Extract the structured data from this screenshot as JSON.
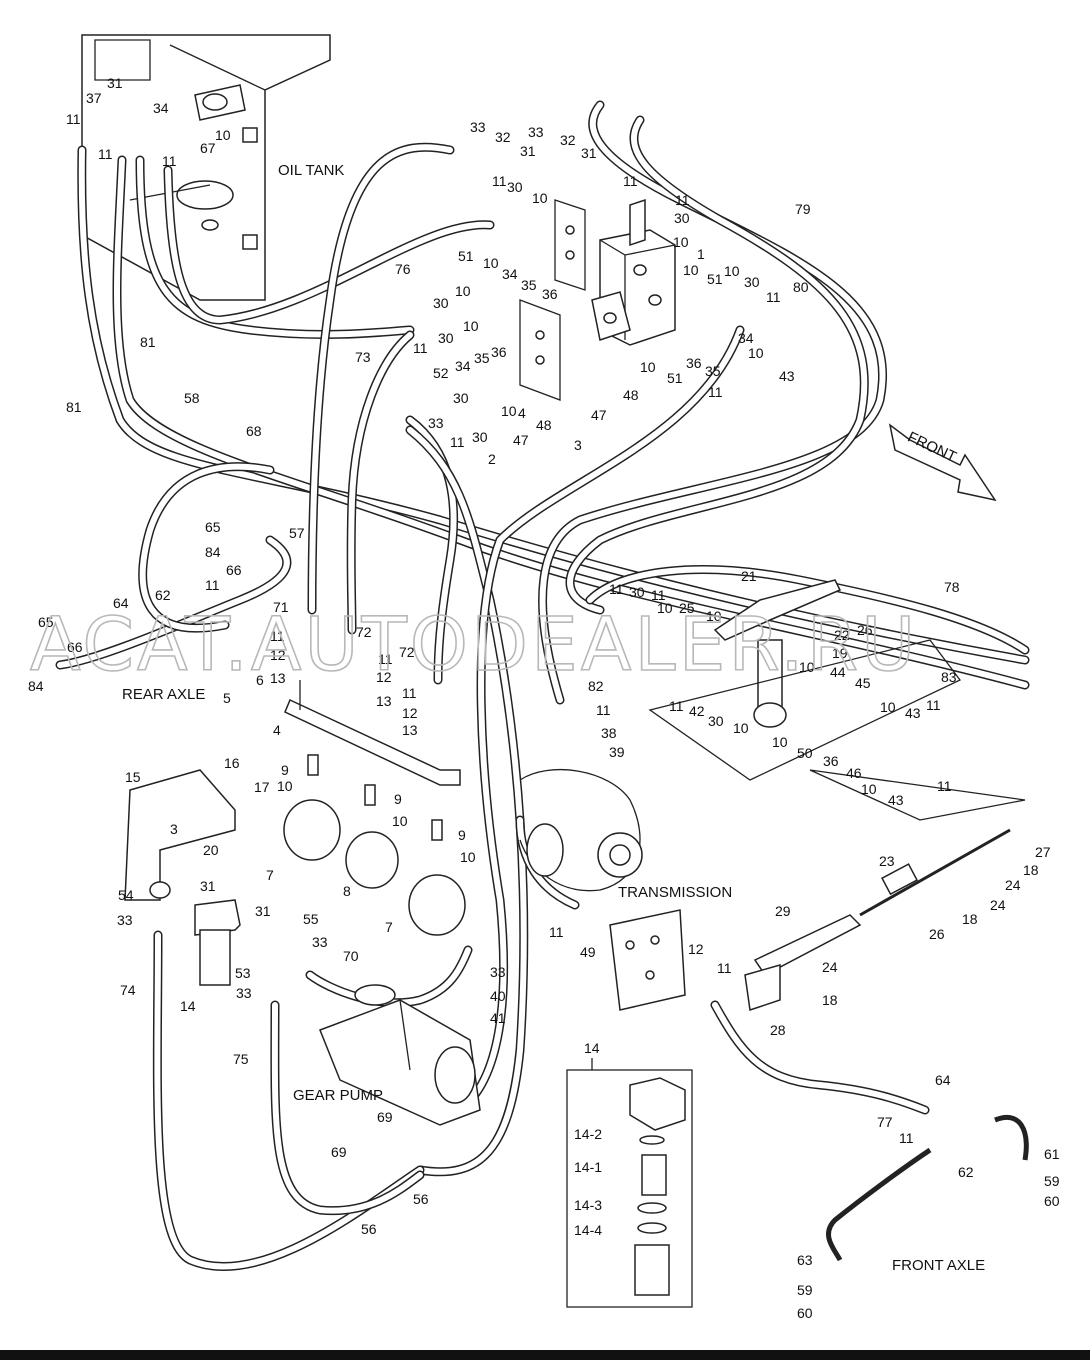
{
  "labels": {
    "oil_tank": "OIL TANK",
    "rear_axle": "REAR AXLE",
    "transmission": "TRANSMISSION",
    "gear_pump": "GEAR PUMP",
    "front_axle": "FRONT AXLE",
    "front": "FRONT"
  },
  "watermark": "ACAT.AUTODEALER.RU",
  "callouts": {
    "c1": "1",
    "c2": "2",
    "c3": "3",
    "c4": "4",
    "c5": "5",
    "c6": "6",
    "c7": "7",
    "c8": "8",
    "c9": "9",
    "c10": "10",
    "c11": "11",
    "c12": "12",
    "c13": "13",
    "c14": "14",
    "c15": "15",
    "c16": "16",
    "c17": "17",
    "c18": "18",
    "c19": "19",
    "c20": "20",
    "c21": "21",
    "c22": "22",
    "c23": "23",
    "c24": "24",
    "c25": "25",
    "c26": "26",
    "c27": "27",
    "c28": "28",
    "c29": "29",
    "c30": "30",
    "c31": "31",
    "c32": "32",
    "c33": "33",
    "c34": "34",
    "c35": "35",
    "c36": "36",
    "c37": "37",
    "c38": "38",
    "c39": "39",
    "c40": "40",
    "c41": "41",
    "c42": "42",
    "c43": "43",
    "c44": "44",
    "c45": "45",
    "c46": "46",
    "c47": "47",
    "c48": "48",
    "c49": "49",
    "c50": "50",
    "c51": "51",
    "c52": "52",
    "c53": "53",
    "c54": "54",
    "c55": "55",
    "c56": "56",
    "c57": "57",
    "c58": "58",
    "c59": "59",
    "c60": "60",
    "c61": "61",
    "c62": "62",
    "c63": "63",
    "c64": "64",
    "c65": "65",
    "c66": "66",
    "c67": "67",
    "c68": "68",
    "c69": "69",
    "c70": "70",
    "c71": "71",
    "c72": "72",
    "c73": "73",
    "c74": "74",
    "c75": "75",
    "c76": "76",
    "c77": "77",
    "c78": "78",
    "c79": "79",
    "c80": "80",
    "c81": "81",
    "c82": "82",
    "c83": "83",
    "c84": "84",
    "c14_1": "14-1",
    "c14_2": "14-2",
    "c14_3": "14-3",
    "c14_4": "14-4"
  }
}
